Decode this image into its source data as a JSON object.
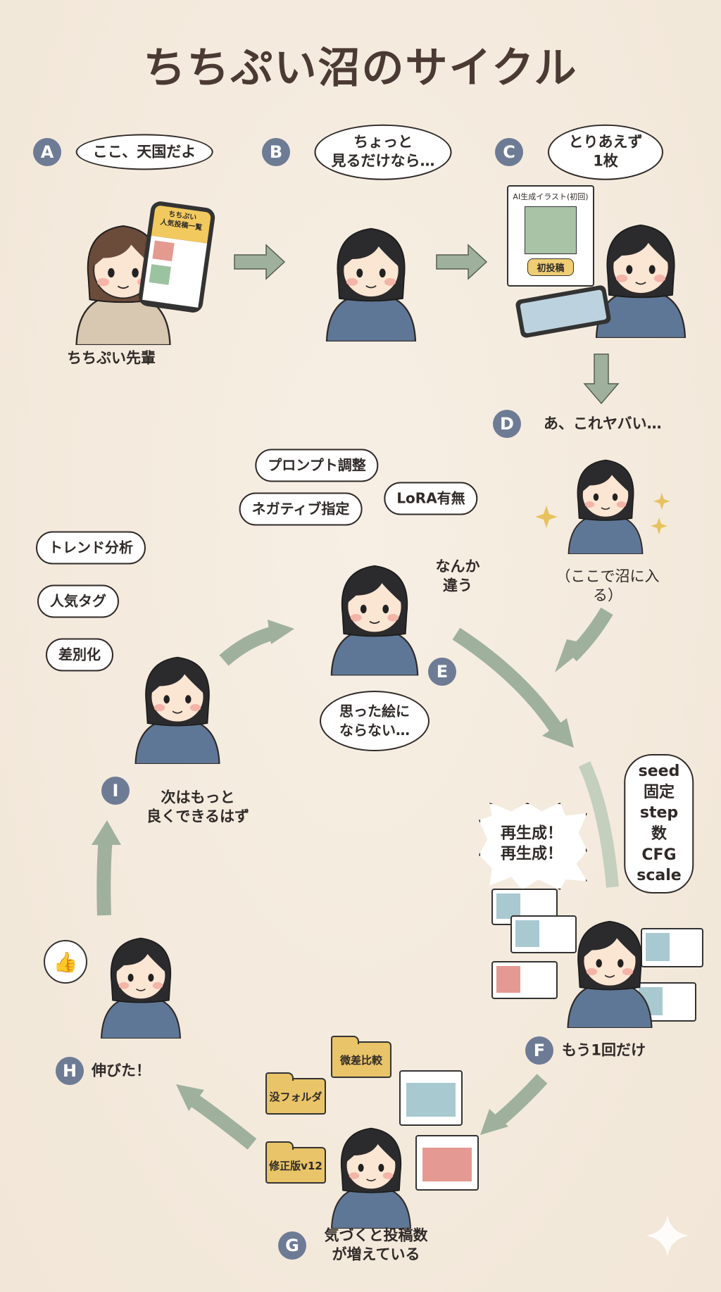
{
  "title": "ちちぷい沼のサイクル",
  "colors": {
    "background": "#f2e8da",
    "badge": "#6d7b95",
    "arrow": "#9fb19d",
    "sweater": "#5f7796",
    "hair": "#2b2b2e",
    "senpai_hair": "#6b4b3a",
    "hoodie": "#d8c8b2",
    "folder": "#e9c468"
  },
  "steps": {
    "A": {
      "badge": "A",
      "speech": "ここ、天国だよ",
      "caption": "ちちぷい先輩",
      "phone_title": "ちちぷい\n人気投稿一覧"
    },
    "B": {
      "badge": "B",
      "speech": "ちょっと\n見るだけなら…"
    },
    "C": {
      "badge": "C",
      "speech": "とりあえず1枚",
      "card_title": "AI生成イラスト(初回)",
      "card_button": "初投稿"
    },
    "D": {
      "badge": "D",
      "caption": "あ、これヤバい…",
      "note": "（ここで沼に入る）"
    },
    "E": {
      "badge": "E",
      "thoughts": [
        "プロンプト調整",
        "ネガティブ指定",
        "LoRA有無"
      ],
      "mutter": "なんか\n違う",
      "speech": "思った絵に\nならない…"
    },
    "F": {
      "badge": "F",
      "shout": "再生成！\n再生成！",
      "thoughts": "seed固定\nstep数\nCFG scale",
      "caption": "もう1回だけ"
    },
    "G": {
      "badge": "G",
      "folders": [
        "修正版v12",
        "没フォルダ",
        "微差比較"
      ],
      "caption": "気づくと投稿数\nが増えている"
    },
    "H": {
      "badge": "H",
      "caption": "伸びた！",
      "icon": "thumbs-up-icon"
    },
    "I": {
      "badge": "I",
      "thoughts": [
        "トレンド分析",
        "人気タグ",
        "差別化"
      ],
      "caption": "次はもっと\n良くできるはず"
    }
  }
}
